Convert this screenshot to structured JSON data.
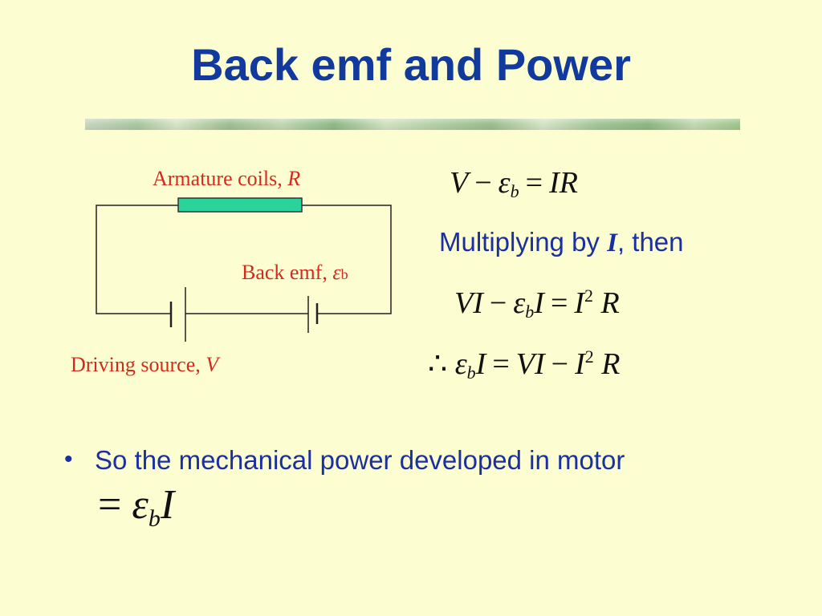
{
  "slide": {
    "title": "Back emf and Power"
  },
  "diagram": {
    "armature_label": "Armature coils, ",
    "armature_symbol": "R",
    "back_emf_label": "Back emf, ",
    "back_emf_symbol": "ε",
    "back_emf_subscript": "b",
    "driving_label": "Driving source, ",
    "driving_symbol": "V"
  },
  "equations": {
    "eq1": {
      "lhs1": "V",
      "minus": "−",
      "eps": "ε",
      "sub": "b",
      "equals": "=",
      "rhs": "IR"
    },
    "multiply_prefix": "Multiplying by ",
    "multiply_symbol": "I",
    "multiply_suffix": ", then",
    "eq2": {
      "lhs1": "VI",
      "minus": "−",
      "eps": "ε",
      "sub": "b",
      "i_term": "I",
      "equals": "=",
      "rhs_i": "I",
      "sup": "2",
      "rhs_r": "R"
    },
    "eq3": {
      "therefore": "∴",
      "eps": "ε",
      "sub": "b",
      "i_term": "I",
      "equals": "=",
      "vi": "VI",
      "minus": "−",
      "rhs_i": "I",
      "sup": "2",
      "rhs_r": "R"
    }
  },
  "bullet": {
    "marker": "•",
    "text": "So the mechanical power developed in motor",
    "result": {
      "equals": "=",
      "eps": "ε",
      "sub": "b",
      "i_term": "I"
    }
  },
  "colors": {
    "background": "#fdfdd2",
    "title": "#123a9c",
    "label_red": "#d42a1e",
    "text_blue": "#1a2fa0",
    "resistor": "#2bd39b"
  }
}
